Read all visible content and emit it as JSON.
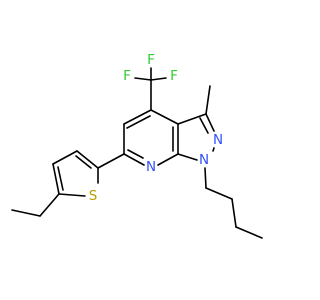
{
  "molecule": {
    "atoms": {
      "F_left": {
        "label": "F",
        "color": "#33cc33"
      },
      "F_top": {
        "label": "F",
        "color": "#33cc33"
      },
      "F_right": {
        "label": "F",
        "color": "#33cc33"
      },
      "N2": {
        "label": "N",
        "color": "#3050f8"
      },
      "N1": {
        "label": "N",
        "color": "#3050f8"
      },
      "N7": {
        "label": "N",
        "color": "#3050f8"
      },
      "S": {
        "label": "S",
        "color": "#b8a000"
      }
    },
    "bond_color": "#000000"
  }
}
